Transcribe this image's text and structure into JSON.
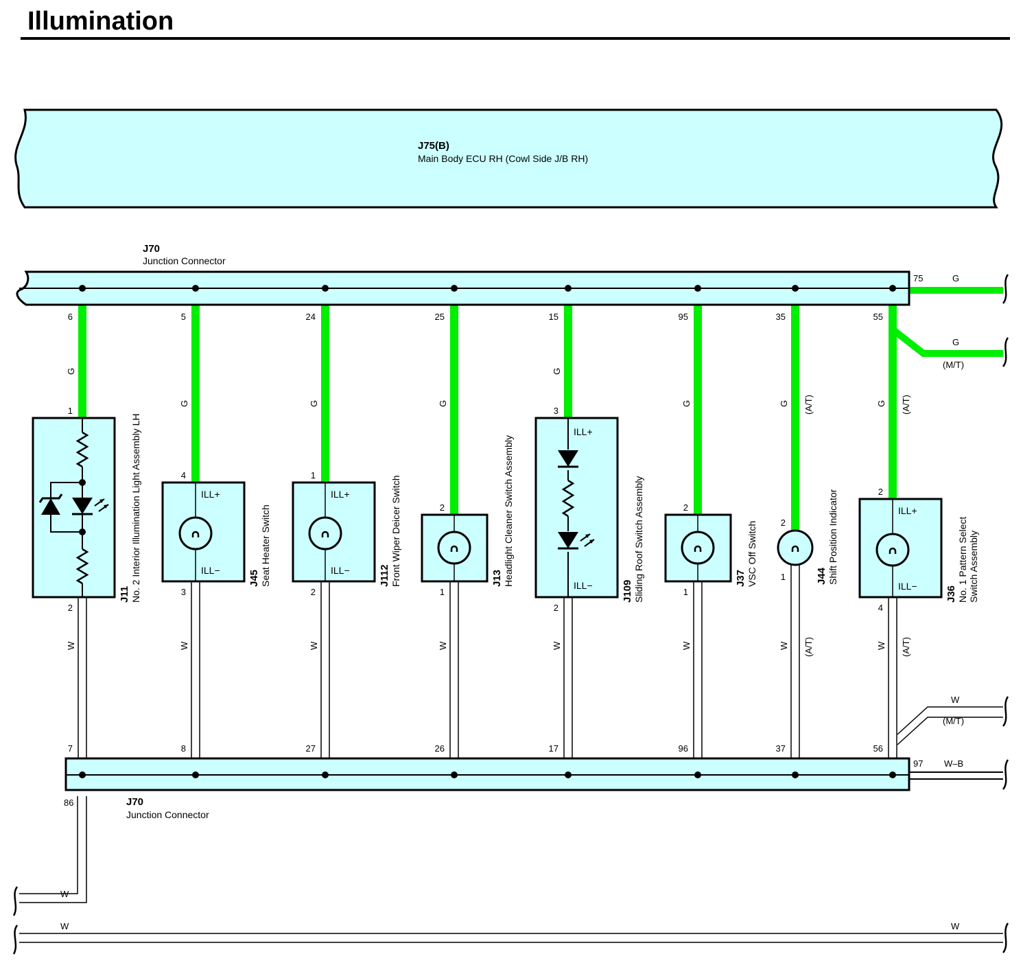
{
  "title": "Illumination",
  "colors": {
    "wire_green": "#00ee00",
    "component_fill": "#ccffff",
    "outline": "#000000",
    "white_wire": "#ffffff"
  },
  "ecu": {
    "id": "J75(B)",
    "name": "Main Body ECU RH (Cowl Side J/B RH)"
  },
  "junction_top": {
    "id": "J70",
    "name": "Junction Connector",
    "out_pin": "75",
    "out_wire": "G",
    "mt_wire": "G",
    "mt_note": "(M/T)"
  },
  "junction_bottom": {
    "id": "J70",
    "name": "Junction Connector",
    "out_pin": "97",
    "out_wire": "W–B",
    "mt_wire": "W",
    "mt_note": "(M/T)",
    "ground_pin": "86",
    "ground_wire": "W",
    "bus_wire_left": "W",
    "bus_wire_right": "W"
  },
  "columns": [
    {
      "top_pin": "6",
      "bottom_pin": "7",
      "g_wire": "G",
      "w_wire": "W",
      "at_note": "",
      "comp_top_pin": "1",
      "comp_bottom_pin": "2",
      "comp_type": "illum_lh",
      "ill_plus": "",
      "ill_minus": "",
      "comp_id": "J11",
      "comp_name": "No.  2 Interior Illumination Light Assembly LH",
      "comp_name2": ""
    },
    {
      "top_pin": "5",
      "bottom_pin": "8",
      "g_wire": "G",
      "w_wire": "W",
      "at_note": "",
      "comp_top_pin": "4",
      "comp_bottom_pin": "3",
      "comp_type": "bulb_box",
      "ill_plus": "ILL+",
      "ill_minus": "ILL−",
      "comp_id": "J45",
      "comp_name": "Seat Heater Switch",
      "comp_name2": ""
    },
    {
      "top_pin": "24",
      "bottom_pin": "27",
      "g_wire": "G",
      "w_wire": "W",
      "at_note": "",
      "comp_top_pin": "1",
      "comp_bottom_pin": "2",
      "comp_type": "bulb_box",
      "ill_plus": "ILL+",
      "ill_minus": "ILL−",
      "comp_id": "J112",
      "comp_name": "Front Wiper Deicer Switch",
      "comp_name2": ""
    },
    {
      "top_pin": "25",
      "bottom_pin": "26",
      "g_wire": "G",
      "w_wire": "W",
      "at_note": "",
      "comp_top_pin": "2",
      "comp_bottom_pin": "1",
      "comp_type": "bulb_small",
      "ill_plus": "",
      "ill_minus": "",
      "comp_id": "J13",
      "comp_name": "Headlight Cleaner Switch Assembly",
      "comp_name2": ""
    },
    {
      "top_pin": "15",
      "bottom_pin": "17",
      "g_wire": "G",
      "w_wire": "W",
      "at_note": "",
      "comp_top_pin": "3",
      "comp_bottom_pin": "2",
      "comp_type": "led_box",
      "ill_plus": "ILL+",
      "ill_minus": "ILL−",
      "comp_id": "J109",
      "comp_name": "Sliding Roof Switch Assembly",
      "comp_name2": ""
    },
    {
      "top_pin": "95",
      "bottom_pin": "96",
      "g_wire": "G",
      "w_wire": "W",
      "at_note": "",
      "comp_top_pin": "2",
      "comp_bottom_pin": "1",
      "comp_type": "bulb_small",
      "ill_plus": "",
      "ill_minus": "",
      "comp_id": "J37",
      "comp_name": "VSC Off Switch",
      "comp_name2": ""
    },
    {
      "top_pin": "35",
      "bottom_pin": "37",
      "g_wire": "G",
      "w_wire": "W",
      "at_note": "(A/T)",
      "comp_top_pin": "2",
      "comp_bottom_pin": "1",
      "comp_type": "bulb_bare",
      "ill_plus": "",
      "ill_minus": "",
      "comp_id": "J44",
      "comp_name": "Shift Position Indicator",
      "comp_name2": ""
    },
    {
      "top_pin": "55",
      "bottom_pin": "56",
      "g_wire": "G",
      "w_wire": "W",
      "at_note": "(A/T)",
      "comp_top_pin": "2",
      "comp_bottom_pin": "4",
      "comp_type": "bulb_box",
      "ill_plus": "ILL+",
      "ill_minus": "ILL−",
      "comp_id": "J36",
      "comp_name": "No.  1 Pattern Select",
      "comp_name2": "Switch Assembly"
    }
  ]
}
